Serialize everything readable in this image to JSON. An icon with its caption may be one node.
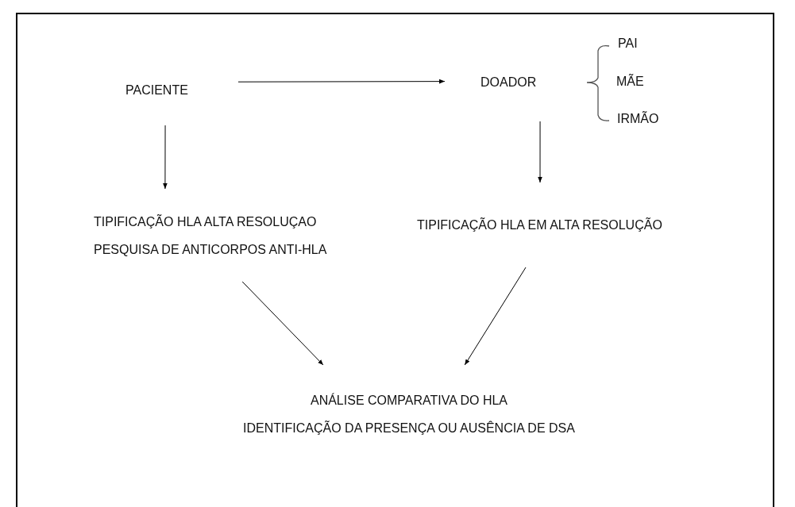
{
  "diagram": {
    "nodes": [
      {
        "text": [
          "PACIENTE"
        ]
      },
      {
        "text": [
          "DOADOR"
        ],
        "beside": [
          "PAI",
          "MÃE",
          "IRMÃO"
        ]
      },
      {
        "text": [
          "TIPIFICAÇÃO HLA ALTA RESOLUÇAO",
          "PESQUISA DE ANTICORPOS ANTI-HLA"
        ]
      },
      {
        "text": [
          "TIPIFICAÇÃO HLA EM ALTA RESOLUÇÃO"
        ]
      },
      {
        "text": [
          "ANÁLISE COMPARATIVA DO HLA",
          "IDENTIFICAÇÃO DA PRESENÇA OU AUSÊNCIA DE DSA"
        ]
      }
    ],
    "edges": [
      {
        "from": 0,
        "to": 1,
        "arrow": "to"
      },
      {
        "from": 0,
        "to": 2,
        "arrow": "to"
      },
      {
        "from": 1,
        "to": 3,
        "arrow": "to"
      },
      {
        "from": 2,
        "to": 4,
        "arrow": "to"
      },
      {
        "from": 3,
        "to": 4,
        "arrow": "to"
      }
    ]
  }
}
